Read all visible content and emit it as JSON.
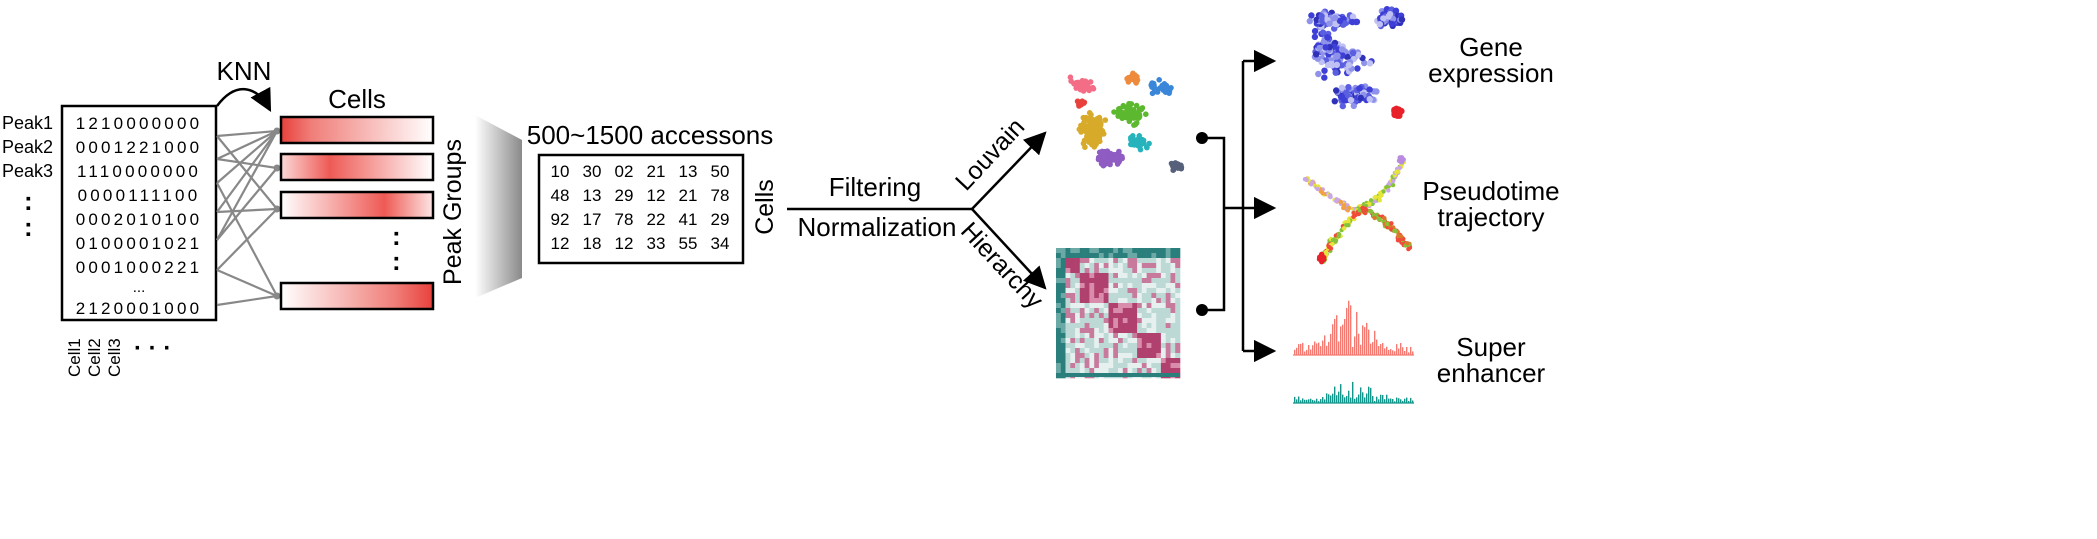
{
  "peak_matrix": {
    "row_labels": [
      "Peak1",
      "Peak2",
      "Peak3"
    ],
    "vertical_ellipsis": ":",
    "rows": [
      "1210000000",
      "0001221000",
      "1110000000",
      "0000111100",
      "0002010100",
      "0100001021",
      "0001000221",
      "...",
      "2120001000"
    ],
    "col_labels": [
      "Cell1",
      "Cell2",
      "Cell3"
    ],
    "col_ellipsis": "· · ·"
  },
  "knn_label": "KNN",
  "cells_label": "Cells",
  "peak_groups_label": "Peak Groups",
  "cells_ellipsis": ":",
  "accessons": {
    "title": "500~1500 accessons",
    "rows": [
      [
        "10",
        "30",
        "02",
        "21",
        "13",
        "50"
      ],
      [
        "48",
        "13",
        "29",
        "12",
        "21",
        "78"
      ],
      [
        "92",
        "17",
        "78",
        "22",
        "41",
        "29"
      ],
      [
        "12",
        "18",
        "12",
        "33",
        "55",
        "34"
      ]
    ],
    "side_label": "Cells"
  },
  "pipeline": {
    "filtering": "Filtering",
    "normalization": "Normalization",
    "louvain": "Louvain",
    "hierarchy": "Hierarchy"
  },
  "outputs": {
    "gene_expression": [
      "Gene",
      "expression"
    ],
    "pseudotime": [
      "Pseudotime",
      "trajectory"
    ],
    "super_enhancer": [
      "Super",
      "enhancer"
    ]
  },
  "colors": {
    "cell_bar_red": "#e8413c",
    "cluster_colors": [
      "#e8413c",
      "#ee8a3c",
      "#3a86d8",
      "#d8aa2a",
      "#5cb82e",
      "#8e5cc2",
      "#26b3bc",
      "#56607a",
      "#f46d86"
    ],
    "heatmap_pink": "#b0416e",
    "heatmap_teal": "#2a7f7c",
    "gene_blue": "#3d3fd6",
    "enhancer_red": "#f47a72",
    "enhancer_teal": "#13958c"
  }
}
